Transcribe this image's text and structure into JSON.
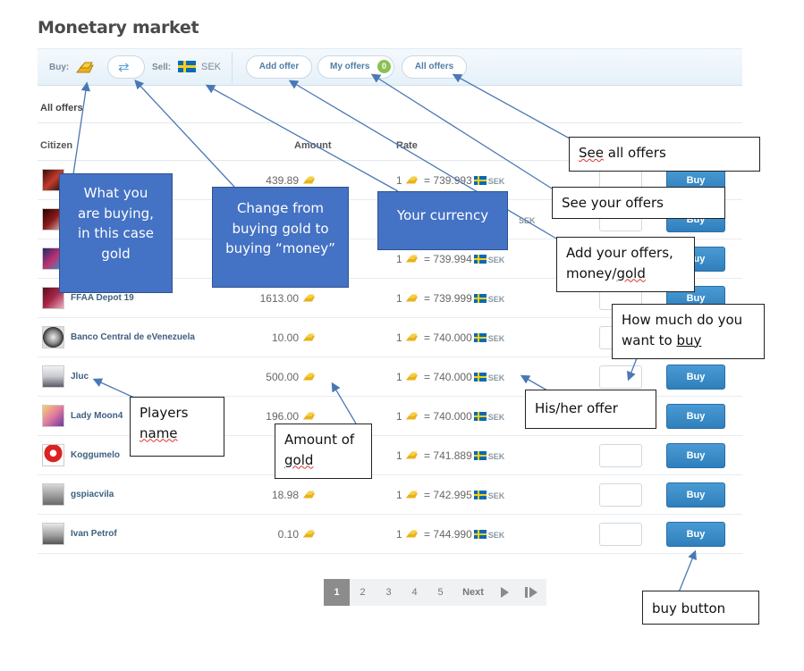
{
  "title": "Monetary market",
  "toolbar": {
    "buy_label": "Buy:",
    "sell_label": "Sell:",
    "sell_currency": "SEK",
    "add_offer": "Add offer",
    "my_offers": "My offers",
    "my_offers_count": "0",
    "all_offers": "All offers"
  },
  "section_label": "All offers",
  "columns": {
    "citizen": "Citizen",
    "amount": "Amount",
    "rate": "Rate"
  },
  "rows": [
    {
      "name": "",
      "amount": "439.89",
      "rate_qty": "1",
      "eq": "=",
      "rate": "739.993",
      "currency": "SEK",
      "buy": "Buy"
    },
    {
      "name": "",
      "amount": "",
      "rate_qty": "",
      "eq": "",
      "rate": "",
      "currency": "SEK",
      "buy": "Buy"
    },
    {
      "name": "",
      "amount": "",
      "rate_qty": "1",
      "eq": "=",
      "rate": "739.994",
      "currency": "SEK",
      "buy": "Buy"
    },
    {
      "name": "FFAA Depot 19",
      "amount": "1613.00",
      "rate_qty": "1",
      "eq": "=",
      "rate": "739.999",
      "currency": "SEK",
      "buy": "Buy"
    },
    {
      "name": "Banco Central de eVenezuela",
      "amount": "10.00",
      "rate_qty": "1",
      "eq": "=",
      "rate": "740.000",
      "currency": "SEK",
      "buy": ""
    },
    {
      "name": "Jluc",
      "amount": "500.00",
      "rate_qty": "1",
      "eq": "=",
      "rate": "740.000",
      "currency": "SEK",
      "buy": "Buy"
    },
    {
      "name": "Lady Moon4",
      "amount": "196.00",
      "rate_qty": "1",
      "eq": "=",
      "rate": "740.000",
      "currency": "SEK",
      "buy": "Buy"
    },
    {
      "name": "Koggumelo",
      "amount": "",
      "rate_qty": "1",
      "eq": "=",
      "rate": "741.889",
      "currency": "SEK",
      "buy": "Buy"
    },
    {
      "name": "gspiacvila",
      "amount": "18.98",
      "rate_qty": "1",
      "eq": "=",
      "rate": "742.995",
      "currency": "SEK",
      "buy": "Buy"
    },
    {
      "name": "Ivan Petrof",
      "amount": "0.10",
      "rate_qty": "1",
      "eq": "=",
      "rate": "744.990",
      "currency": "SEK",
      "buy": "Buy"
    }
  ],
  "pagination": {
    "pages": [
      "1",
      "2",
      "3",
      "4",
      "5"
    ],
    "next": "Next",
    "current": "1"
  },
  "annotations": {
    "buying_1": "What you",
    "buying_2": "are buying,",
    "buying_3": "in this case",
    "buying_4": "gold",
    "change_1": "Change from",
    "change_2": "buying gold to",
    "change_3": "buying “money”",
    "currency": "Your currency",
    "see_all_pre": "See",
    "see_all_post": " all offers",
    "see_yours": "See your offers",
    "add_1": "Add your offers,",
    "add_2a": "money/",
    "add_2b": "gold",
    "how_much_1": "How much do you",
    "how_much_2a": "want to ",
    "how_much_2b": "buy",
    "his_her": "His/her offer",
    "players_1": "Players",
    "players_2": "name",
    "gold_amt_1": "Amount of",
    "gold_amt_2": "gold",
    "buy_button": "buy button"
  },
  "colors": {
    "buy_button": "#2f7fbd",
    "annotation_blue": "#4472c4",
    "flag_blue": "#0a6ab6",
    "flag_yellow": "#f7d117"
  },
  "icons": [
    "gold-icon",
    "swap-arrows-icon",
    "sweden-flag-icon",
    "first-page-icon",
    "last-page-icon"
  ]
}
